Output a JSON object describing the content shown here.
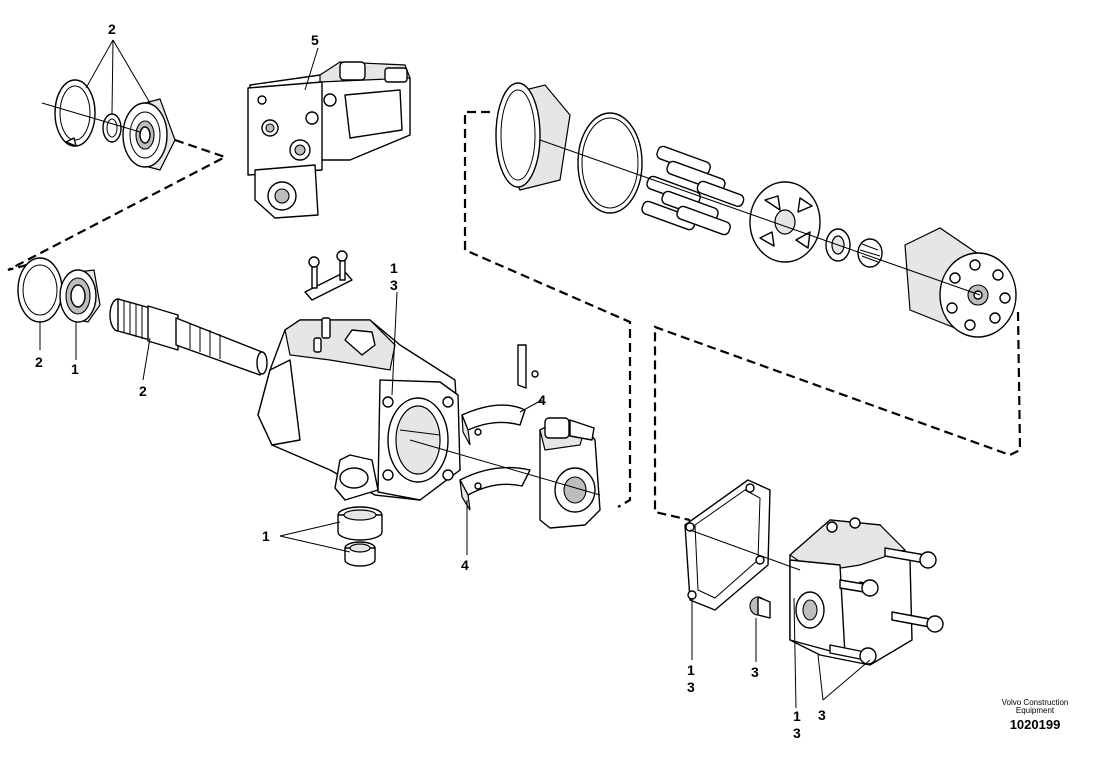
{
  "diagram": {
    "callouts": [
      {
        "id": "c-top-2",
        "text": "2"
      },
      {
        "id": "c-top-5",
        "text": "5"
      },
      {
        "id": "c-left-2a",
        "text": "2"
      },
      {
        "id": "c-left-1",
        "text": "1"
      },
      {
        "id": "c-left-2b",
        "text": "2"
      },
      {
        "id": "c-mid-1",
        "text": "1"
      },
      {
        "id": "c-mid-3",
        "text": "3"
      },
      {
        "id": "c-r-4a",
        "text": "4"
      },
      {
        "id": "c-r-4b",
        "text": "4"
      },
      {
        "id": "c-bot-1",
        "text": "1"
      },
      {
        "id": "c-gk-1",
        "text": "1"
      },
      {
        "id": "c-gk-3",
        "text": "3"
      },
      {
        "id": "c-plug-3",
        "text": "3"
      },
      {
        "id": "c-oc-1",
        "text": "1"
      },
      {
        "id": "c-oc-3",
        "text": "3"
      },
      {
        "id": "c-bolt-3",
        "text": "3"
      }
    ],
    "credit_line1": "Volvo Construction",
    "credit_line2": "Equipment",
    "drawing_number": "1020199"
  }
}
